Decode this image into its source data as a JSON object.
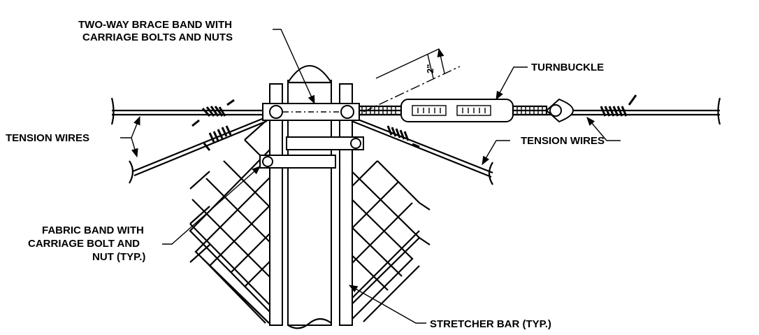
{
  "labels": {
    "brace_band_line1": "TWO-WAY BRACE BAND WITH",
    "brace_band_line2": "CARRIAGE BOLTS AND NUTS",
    "turnbuckle": "TURNBUCKLE",
    "tension_left": "TENSION WIRES",
    "tension_right": "TENSION WIRES",
    "fabric_line1": "FABRIC BAND WITH",
    "fabric_line2": "CARRIAGE BOLT AND",
    "fabric_line3": "NUT (TYP.)",
    "stretcher": "STRETCHER BAR (TYP.)",
    "dimension": "2\""
  }
}
